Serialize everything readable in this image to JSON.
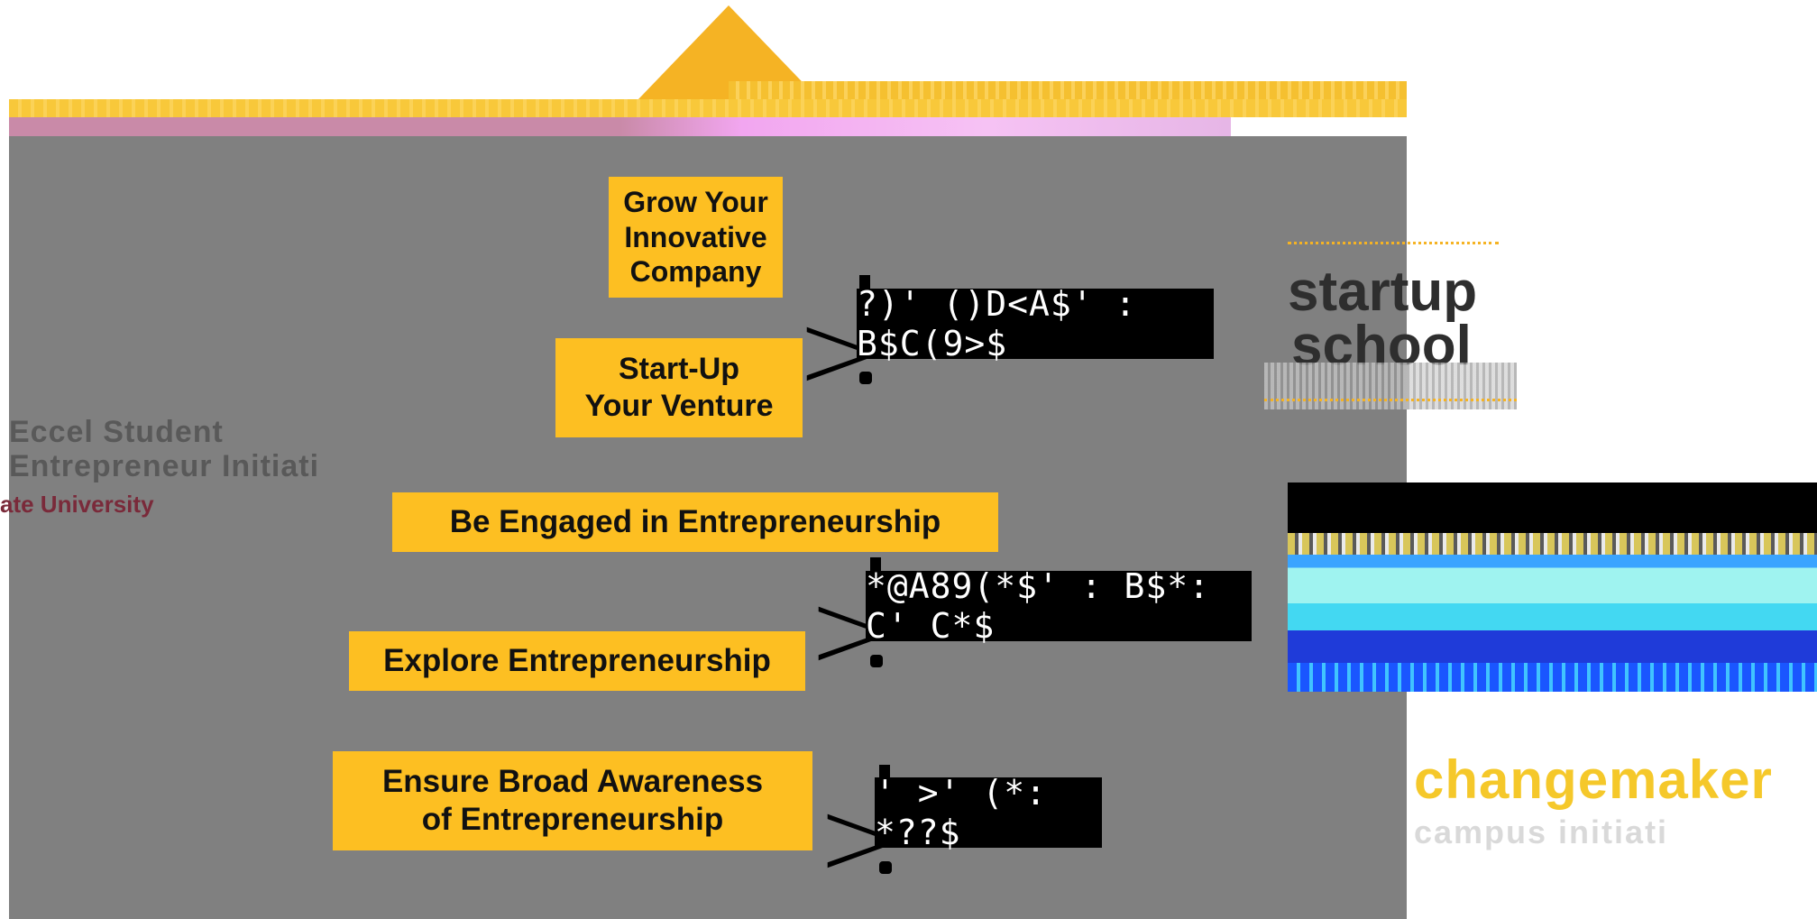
{
  "boxes": {
    "grow": "Grow Your\nInnovative\nCompany",
    "startup": "Start-Up\nYour Venture",
    "engaged": "Be Engaged in Entrepreneurship",
    "explore": "Explore Entrepreneurship",
    "awareness": "Ensure Broad Awareness\nof Entrepreneurship"
  },
  "programs": {
    "p1": "?)' ()D<A$' : B$C(9>$",
    "p2": "*@A89(*$' : B$*: C' C*$",
    "p3": "' >' (*: *??$"
  },
  "chevron": ">",
  "left_logo": {
    "line1": "Eccel Student",
    "line2": "Entrepreneur Initiati",
    "line3": "ate University"
  },
  "startup_school": {
    "word1": "startup",
    "word2": "school"
  },
  "changemaker": {
    "word": "changemaker",
    "sub": "campus initiati"
  },
  "colors": {
    "gold": "#fdbf22",
    "panel": "#808080",
    "black": "#000000"
  }
}
